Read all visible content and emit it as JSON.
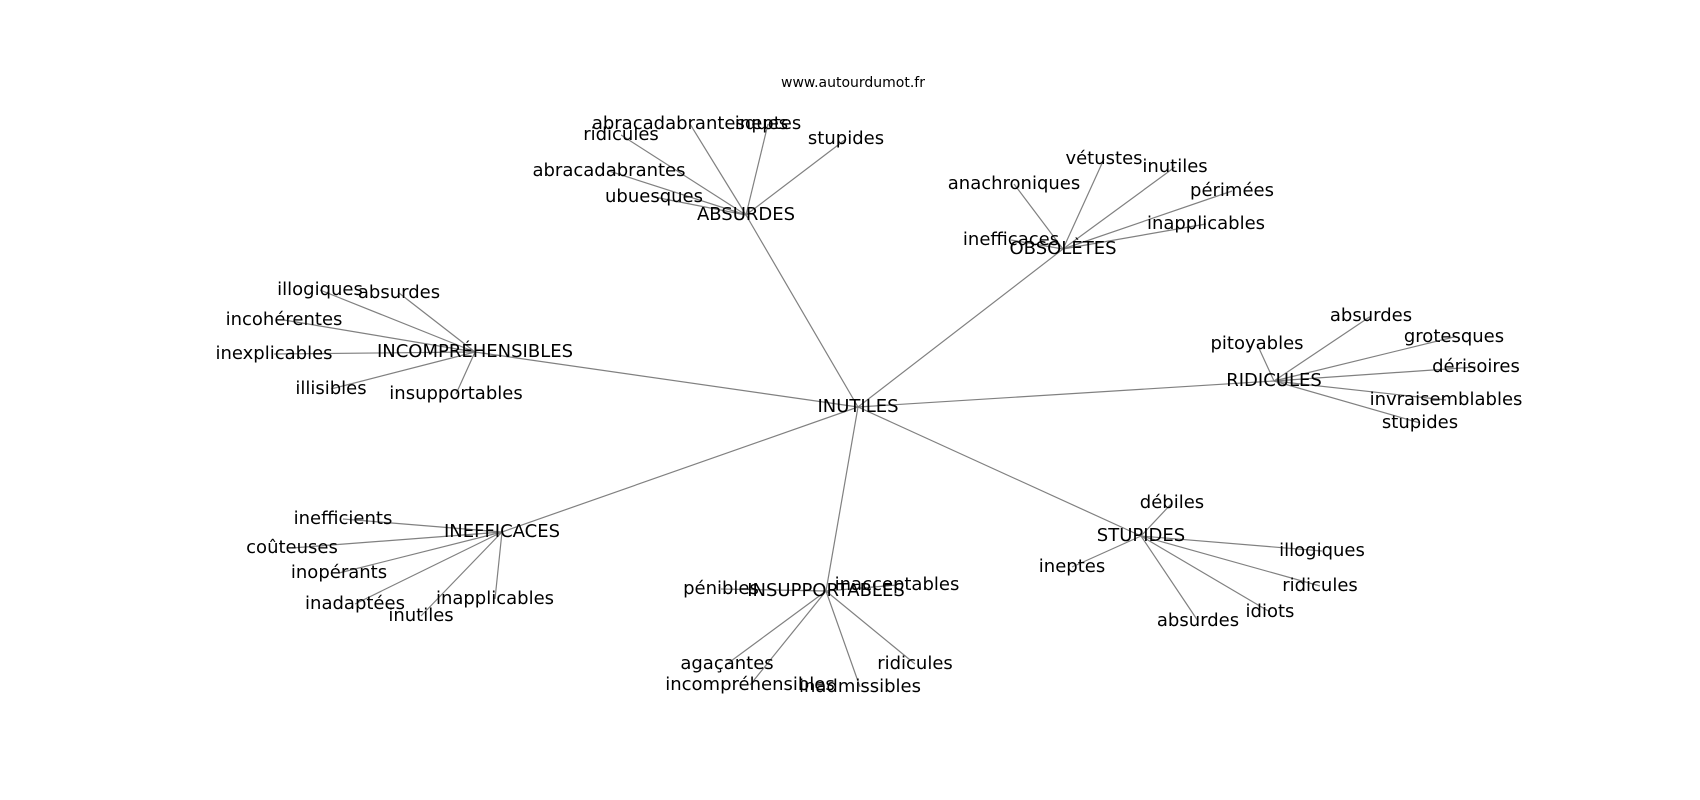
{
  "source": "www.autourdumot.fr",
  "graph": {
    "center": "INUTILES",
    "hubs": [
      {
        "id": "absurdes",
        "label": "ABSURDES",
        "leaves": [
          "abracadabrantesques",
          "ineptes",
          "stupides",
          "ridicules",
          "abracadabrantes",
          "ubuesques"
        ]
      },
      {
        "id": "obsoletes",
        "label": "OBSOLÈTES",
        "leaves": [
          "vétustes",
          "inutiles",
          "anachroniques",
          "périmées",
          "inapplicables",
          "inefficaces"
        ]
      },
      {
        "id": "incomprehensibles",
        "label": "INCOMPRÉHENSIBLES",
        "leaves": [
          "illogiques",
          "absurdes",
          "incohérentes",
          "inexplicables",
          "illisibles",
          "insupportables"
        ]
      },
      {
        "id": "ridicules",
        "label": "RIDICULES",
        "leaves": [
          "absurdes",
          "pitoyables",
          "grotesques",
          "dérisoires",
          "invraisemblables",
          "stupides"
        ]
      },
      {
        "id": "inefficaces",
        "label": "INEFFICACES",
        "leaves": [
          "inefficients",
          "coûteuses",
          "inopérants",
          "inadaptées",
          "inapplicables",
          "inutiles"
        ]
      },
      {
        "id": "stupides",
        "label": "STUPIDES",
        "leaves": [
          "débiles",
          "ineptes",
          "illogiques",
          "ridicules",
          "idiots",
          "absurdes"
        ]
      },
      {
        "id": "insupportables",
        "label": "INSUPPORTABLES",
        "leaves": [
          "pénibles",
          "inacceptables",
          "agaçantes",
          "ridicules",
          "incompréhensibles",
          "inadmissibles"
        ]
      }
    ]
  }
}
